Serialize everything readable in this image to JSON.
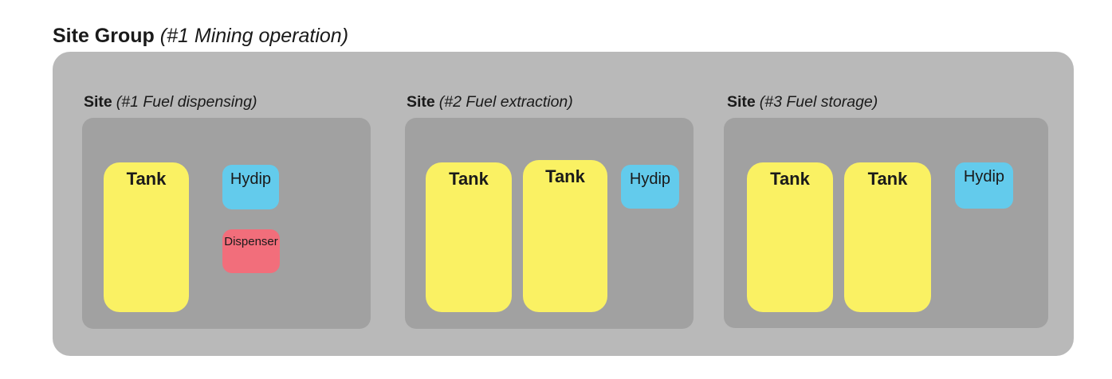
{
  "title": {
    "bold": "Site Group",
    "italic": "(#1 Mining operation)"
  },
  "colors": {
    "canvas-bg": "#ffffff",
    "group-bg": "#b9b9b9",
    "site-bg": "#a1a1a1",
    "tank-bg": "#faf163",
    "hydip-bg": "#63cbec",
    "dispenser-bg": "#f26e7b",
    "text": "#1a1a1a"
  },
  "sites": [
    {
      "label": {
        "bold": "Site",
        "italic": "(#1 Fuel dispensing)"
      },
      "devices": {
        "tank1": "Tank",
        "hydip": "Hydip",
        "dispenser": "Dispenser"
      }
    },
    {
      "label": {
        "bold": "Site",
        "italic": "(#2 Fuel extraction)"
      },
      "devices": {
        "tank1": "Tank",
        "tank2": "Tank",
        "hydip": "Hydip"
      }
    },
    {
      "label": {
        "bold": "Site",
        "italic": "(#3 Fuel storage)"
      },
      "devices": {
        "tank1": "Tank",
        "tank2": "Tank",
        "hydip": "Hydip"
      }
    }
  ]
}
